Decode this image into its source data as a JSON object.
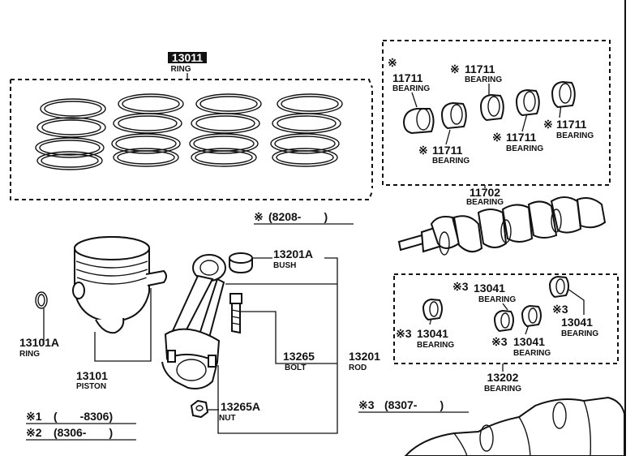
{
  "ring_set": {
    "number": "13011",
    "label": "RING"
  },
  "bearing_top": {
    "c1": {
      "mark": "※",
      "number": "11711",
      "label": "BEARING"
    },
    "c2": {
      "mark": "※",
      "number": "11711",
      "label": "BEARING"
    },
    "c3": {
      "mark": "※",
      "number": "11711",
      "label": "BEARING"
    },
    "c4": {
      "mark": "※",
      "number": "11711",
      "label": "BEARING"
    },
    "c5": {
      "mark": "※",
      "number": "11711",
      "label": "BEARING"
    }
  },
  "main_bearing": {
    "number": "11702",
    "label": "BEARING"
  },
  "note_top": {
    "mark": "※",
    "text": "(8208-　　)"
  },
  "bush": {
    "number": "13201A",
    "label": "BUSH"
  },
  "piston_ring": {
    "number": "13101A",
    "label": "RING"
  },
  "piston": {
    "number": "13101",
    "label": "PISTON"
  },
  "bolt": {
    "number": "13265",
    "label": "BOLT"
  },
  "rod": {
    "number": "13201",
    "label": "ROD"
  },
  "nut": {
    "number": "13265A",
    "label": "NUT"
  },
  "rod_bearing": {
    "b1": {
      "mark": "※3",
      "number": "13041",
      "label": "BEARING"
    },
    "b2": {
      "mark": "※3",
      "number": "13041",
      "label": "BEARING"
    },
    "b3": {
      "mark": "※3",
      "number": "13041",
      "label": "BEARING"
    },
    "b4": {
      "mark": "※3",
      "number": "13041",
      "label": "BEARING"
    }
  },
  "rod_bearing_set": {
    "number": "13202",
    "label": "BEARING"
  },
  "notes": {
    "n1": {
      "mark": "※1",
      "text": "(　　-8306)"
    },
    "n2": {
      "mark": "※2",
      "text": "(8306-　　)"
    },
    "n3": {
      "mark": "※3",
      "text": "(8307-　　)"
    }
  }
}
